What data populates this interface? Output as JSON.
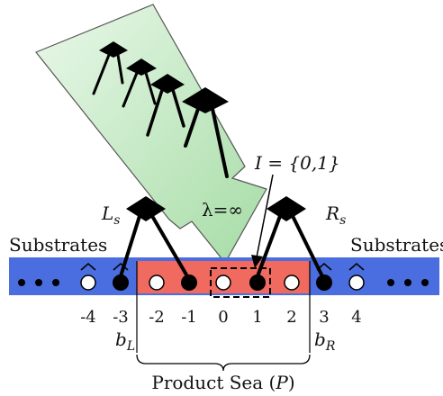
{
  "labels": {
    "substrates_left": "Substrates",
    "substrates_right": "Substrates",
    "lambda": "λ=∞",
    "i_set": "I = {0,1}",
    "Ls": "L",
    "Ls_sub": "s",
    "Rs": "R",
    "Rs_sub": "s",
    "bL": "b",
    "bL_sub": "L",
    "bR": "b",
    "bR_sub": "R",
    "product_sea": "Product Sea (",
    "product_sea_var": "P",
    "product_sea_close": ")"
  },
  "site_indices": [
    "-4",
    "-3",
    "-2",
    "-1",
    "0",
    "1",
    "2",
    "3",
    "4"
  ],
  "colors": {
    "substrate_band": "#4a6de0",
    "product_band": "#f06a60",
    "funnel_fill": "#cdeccd",
    "funnel_stroke": "#555555",
    "motor": "#000000"
  }
}
